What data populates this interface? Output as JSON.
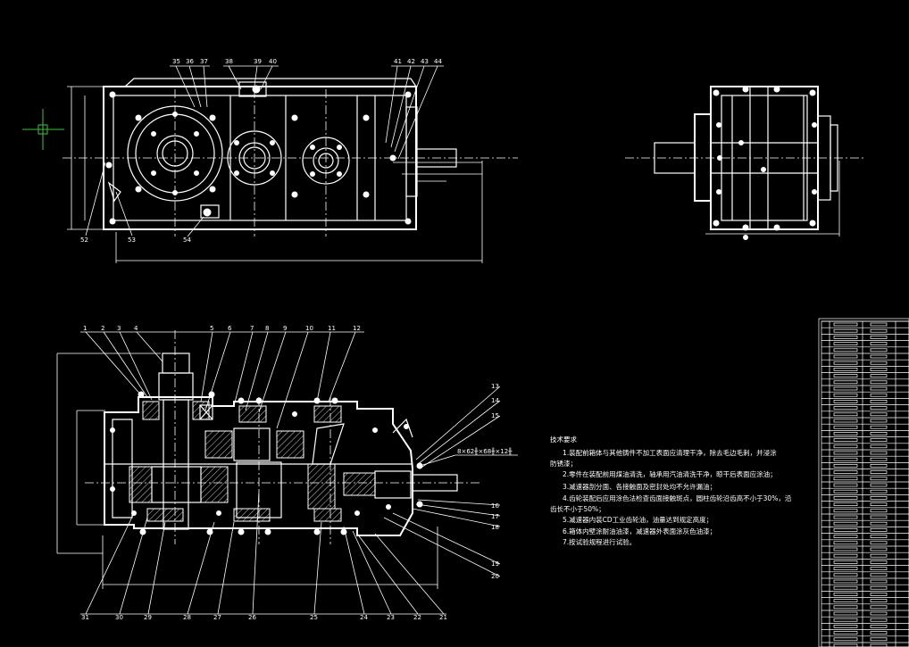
{
  "colors": {
    "background": "#000000",
    "lines": "#ffffff",
    "cursor": "#3fbf3f"
  },
  "top_view_callouts": [
    "35",
    "36",
    "37",
    "38",
    "39",
    "40",
    "41",
    "42",
    "43",
    "44",
    "52",
    "53",
    "54"
  ],
  "section_top_callouts": [
    "1",
    "2",
    "3",
    "4",
    "5",
    "6",
    "7",
    "8",
    "9",
    "10",
    "11",
    "12"
  ],
  "section_right_callouts": [
    "13",
    "14",
    "15",
    "16",
    "17",
    "18",
    "19",
    "20"
  ],
  "section_bottom_callouts": [
    "31",
    "30",
    "29",
    "28",
    "27",
    "26",
    "25",
    "24",
    "23",
    "22",
    "21"
  ],
  "spline_label": "8×62╫×68╫×12╫",
  "tech_requirements": {
    "title": "技术要求",
    "lines": [
      "1.装配前箱体与其他铸件不加工表面应清理干净，除去毛边毛刺，并浸涂",
      "防锈漆；",
      "2.零件在装配前用煤油清洗，轴承用汽油清洗干净，晾干后表面应涂油；",
      "3.减速器剖分面、各接触面及密封处均不允许漏油；",
      "4.齿轮装配后应用涂色法检查齿面接触斑点，圆柱齿轮沿齿高不小于30%，沿",
      "齿长不小于50%；",
      "5.减速器内装CD工业齿轮油，油量达到规定高度；",
      "6.箱体内壁涂耐油油漆，减速器外表面涂灰色油漆；",
      "7.按试验规程进行试验。"
    ]
  }
}
